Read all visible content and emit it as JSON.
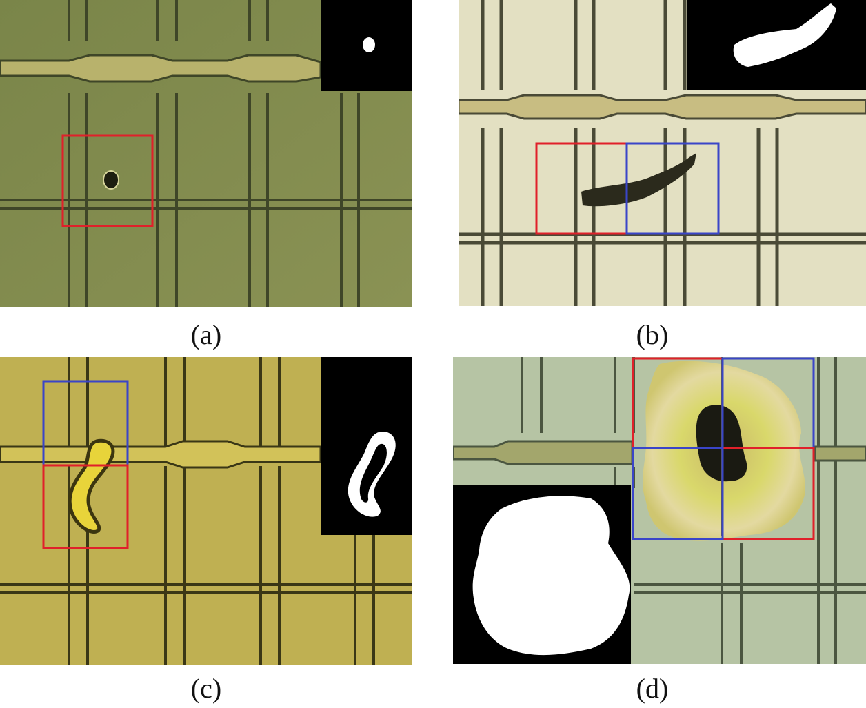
{
  "figure": {
    "captions": {
      "a": "(a)",
      "b": "(b)",
      "c": "(c)",
      "d": "(d)"
    },
    "colors": {
      "box_red": "#e0202a",
      "box_blue": "#3a45c8",
      "mask_background": "#000000",
      "mask_foreground": "#ffffff",
      "panel_a_substrate": "#7f8a4e",
      "panel_b_substrate": "#e3e0c2",
      "panel_c_substrate": "#bfb052",
      "panel_d_substrate": "#b6c4a4"
    }
  }
}
